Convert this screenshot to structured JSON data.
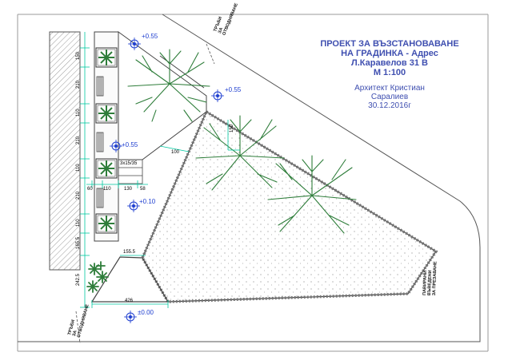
{
  "title": {
    "lines": [
      "ПРОЕКТ ЗА ВЪЗСТАНОВАВАНЕ",
      "НА ГРАДИНКА - Адрес",
      "Л.Каравелов 31 В",
      "М 1:100"
    ]
  },
  "author": {
    "lines": [
      "Архитект Кристиан",
      "Саралиев",
      "30.12.2016г"
    ]
  },
  "elevations": [
    "+0.55",
    "+0.55",
    "+0.55",
    "+0.10",
    "±0.00"
  ],
  "dimensions": {
    "column": [
      "150",
      "210",
      "110",
      "210",
      "110",
      "210",
      "110",
      "165.5",
      "242.5"
    ],
    "row": [
      "60",
      "110",
      "130",
      "58"
    ],
    "step_label": "3x15/35",
    "side_100": "100",
    "side_150": "150",
    "bottom_top": "155.5",
    "bottom_base": "426"
  },
  "notes": {
    "drain_top": [
      "ТРЪБИ",
      "ЗА",
      "ОТВОДНЯВАНЕ"
    ],
    "drain_bottom": [
      "ТРЪБИ",
      "ЗА",
      "ОТВОДНЯВАНЕ"
    ],
    "pavement": [
      "ПАВИРАНИ",
      "ВЪВЕДЕНИ",
      "ЗА ПРЕЗАВАНЕ"
    ]
  },
  "colors": {
    "blue_text": "#3f4fb0",
    "dim_green": "#00c8a0",
    "tree_green": "#2e7d3a",
    "marker_blue": "#1f3fd0",
    "wall_hatch": "#9a9a9a"
  }
}
